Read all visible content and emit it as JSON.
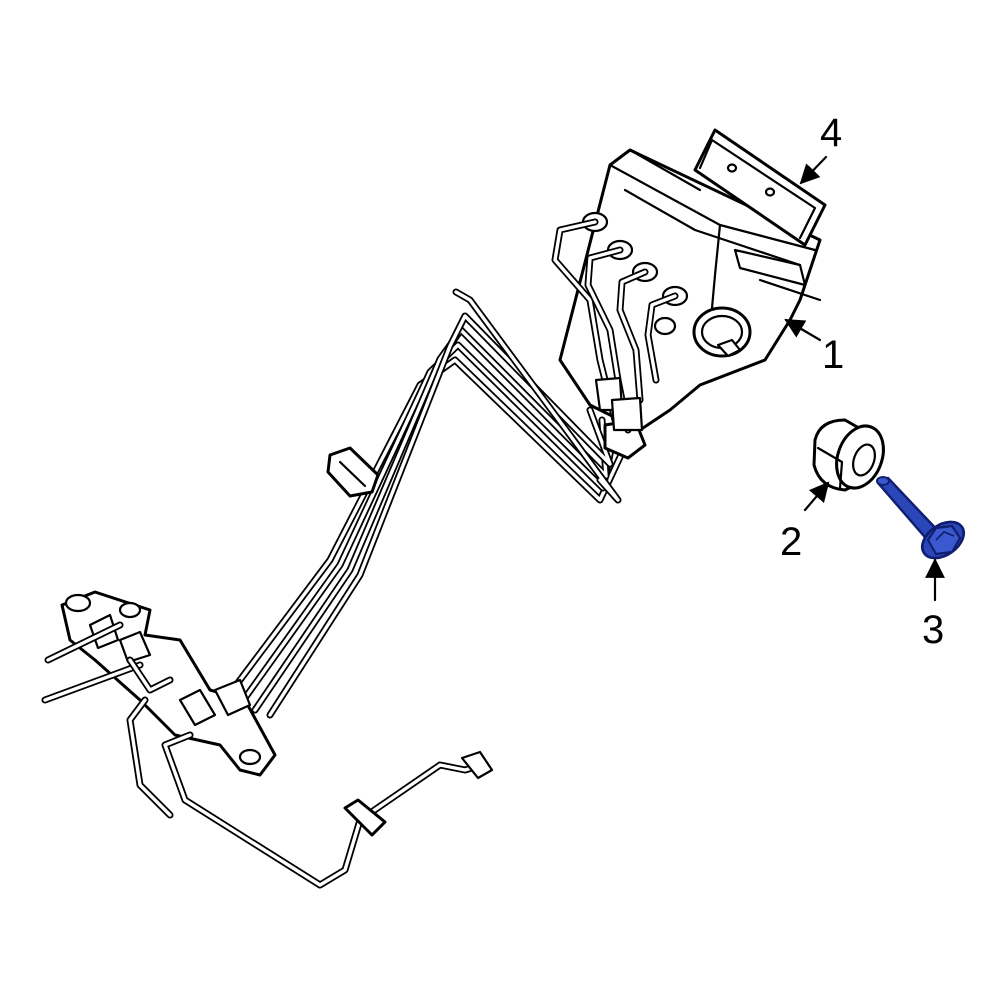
{
  "callouts": [
    {
      "id": "1",
      "label": "1"
    },
    {
      "id": "2",
      "label": "2"
    },
    {
      "id": "3",
      "label": "3"
    },
    {
      "id": "4",
      "label": "4"
    }
  ],
  "colors": {
    "line": "#000000",
    "background": "#ffffff",
    "highlight": "#2a46b8",
    "highlight_dark": "#0f1f6e"
  }
}
